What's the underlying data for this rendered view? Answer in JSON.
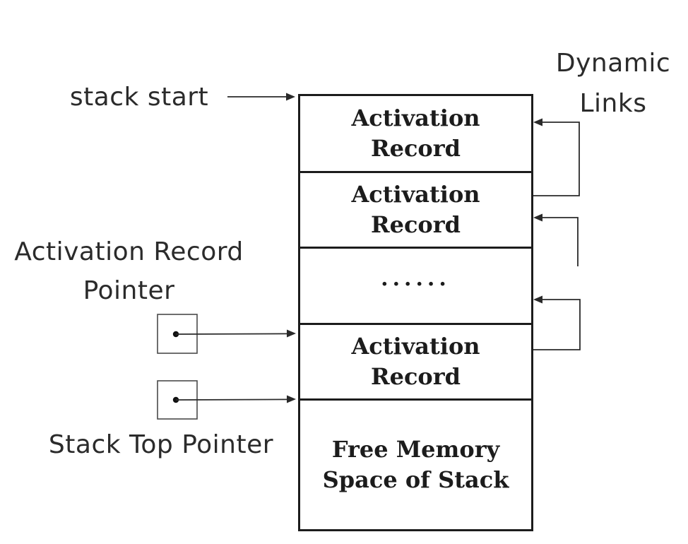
{
  "labels": {
    "stack_start": "stack start",
    "activation_record_pointer_line1": "Activation Record",
    "activation_record_pointer_line2": "Pointer",
    "stack_top_pointer": "Stack Top Pointer",
    "dynamic_links_line1": "Dynamic",
    "dynamic_links_line2": "Links"
  },
  "stack": {
    "sections": [
      {
        "label": "Activation Record"
      },
      {
        "label": "Activation Record"
      },
      {
        "label": "......"
      },
      {
        "label": "Activation Record"
      },
      {
        "label": "Free Memory Space of Stack"
      }
    ]
  },
  "colors": {
    "line": "#2a2a2a",
    "bold_line": "#1c1c1c",
    "thin_line": "#4a4a4a",
    "background": "#ffffff"
  }
}
